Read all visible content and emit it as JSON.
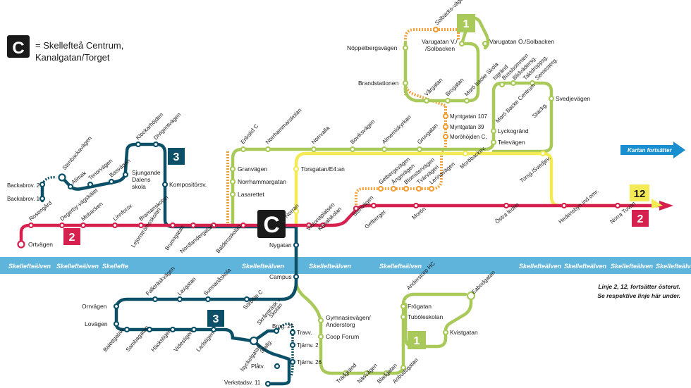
{
  "legend": {
    "symbol": "C",
    "text_line1": "= Skellefteå Centrum,",
    "text_line2": "Kanalgatan/Torget"
  },
  "river_label": "Skellefteälven",
  "river_short": "Skellefte",
  "note_line1": "Linje 2, 12, fortsätter österut.",
  "note_line2": "Se respektive linje här under.",
  "kartan_label": "Kartan fortsätter",
  "center_badge": "C",
  "colors": {
    "line1": "#a9c95a",
    "line2": "#d6204e",
    "line3": "#0c5068",
    "line12": "#f4ea55",
    "orange": "#f2a03a",
    "river": "#5fb4dc"
  },
  "badges": {
    "line1": "1",
    "line2": "2",
    "line3": "3",
    "line12": "12"
  },
  "stations": {
    "ortvagen": "Ortvägen",
    "rosengard": "Rosengård",
    "degerbyvagskalet": "Degerby-vägskälet",
    "mobacken": "Mobacken",
    "linnforsv": "Linnforsv.",
    "bramanskolan": "Bramanskolan",
    "lejonstromsskolan": "Lejonströmsskolan",
    "brunngatan": "Brunngatan",
    "nordlandergatan": "Nordlandergatan",
    "baldersskolan": "Baldersskolan",
    "norran": "Norran",
    "victoriaplatsen": "Victoriaplatsen",
    "kanalskolan": "Kanalskolan",
    "stenvagen": "Stenvägen",
    "getberget": "Getberget",
    "moron": "Morön",
    "ostraleden": "Östra leden",
    "hedensbyn": "Hedensbyn ind.omr.",
    "norratuvan": "Norra Tuvan",
    "backabrov2": "Backabrov. 2",
    "backabrov1": "Backabrov. 1",
    "stenbackavagen": "Stenbackavägen",
    "alimak": "Alimak",
    "tenorvagen": "Tenorvägen",
    "basvagen": "Basvägen",
    "klockarhojden": "Klockarhöjden",
    "divigentvagen": "Divigentvägen",
    "sjungande": "Sjungande",
    "dalens": "Dalens",
    "skola": "skola",
    "kompositorsv": "Kompositörsv.",
    "erikslid": "Erikslid C",
    "norrhammarskolan": "Norrhammarskolan",
    "granvagen": "Granvägen",
    "norrhammargatan": "Norrhammargatan",
    "lasarettet": "Lasarettet",
    "norrvalla": "Norrvalla",
    "boviksvagen": "Boviksvägen",
    "almeniskyrkan": "Almemiskyrkan",
    "gruvgatan": "Gruvgatan",
    "torsgatan": "Torsgatan/E4:an",
    "moroback": "Moröbackev.",
    "torsgsvedjev": "Torsg./Svedjev.",
    "geitbergsvagen": "Getbergsvägen",
    "angsvagen": "Ängsvägen",
    "blomstervagen": "Blomstervägen",
    "tvarvagen": "Tvärvägen",
    "lerinavagen": "Lerinavägen",
    "noppelbergsvagen": "Nöppelbergsvägen",
    "brandstationen": "Brandstationen",
    "solbacksvagen": "Solbacks-vägen",
    "varugatanv": "Varugatan V./",
    "solbackenv": "/Solbacken",
    "varugatano": "Varugatan Ö./Solbacken",
    "vargatan": "Vårgatan",
    "brogatan": "Brogatan",
    "morobackeskola": "Morö backe Skola",
    "isgrand": "Isgränd",
    "bussbommen": "Bussbommen",
    "blidvaderstig": "Blidvädersg.",
    "taktdroppstig": "Taktdroppsg.",
    "semesterg": "Semesterg.",
    "svedjevagen": "Svedjevägen",
    "morobackecentrum": "Morö Backe Centrum",
    "stackg": "Stackg.",
    "lyckogrand": "Lyckogränd",
    "televagen": "Televägen",
    "myntgatan107": "Myntgatan 107",
    "myntgatan39": "Myntgatan 39",
    "morohojdenc": "Moröhöjden C.",
    "nygatan": "Nygatan",
    "campus": "Campus",
    "gymnasievagen": "Gymnasievägen/",
    "anderstorg": "Anderstorg",
    "coopforum": "Coop Forum",
    "tradgrand": "Trädgränd",
    "nasvagen": "Näsvägen",
    "bladgatan": "Bladgatan",
    "anbudsgatan": "Anbudsgatan",
    "frogatan": "Frögatan",
    "tuboleskolan": "Tuböleskolan",
    "kvistgatan": "Kvistgatan",
    "anderstorphc": "Anderstorp HC",
    "eabodgatan": "Eabodgatan",
    "orrvagen": "Orrvägen",
    "lovagen": "Lovägen",
    "balettgatan": "Balettgatan",
    "sambagatan": "Sambagatan",
    "hackstigen": "Häckstigen",
    "videstigen": "Videstigen",
    "ladstigen": "Ladstigen",
    "falktraskvagen": "Falkträskvägen",
    "laxgatan": "Laxgatan",
    "sunnanaskola": "Sunnanåskola",
    "sorbolec": "Sörböle C",
    "skrantrasksv": "Skråmträsk v",
    "sunnanaproduktskolan": "Skolan",
    "nyckelgatan": "Nyckelgatan",
    "stallg": "Stallg.",
    "brog27": "Brog. 27",
    "travv": "Travv.",
    "tjarnv2": "Tjärnv. 2",
    "tjarnv26": "Tjärnv. 26",
    "platv": "Plåtv.",
    "verkstadsv11": "Verkstadsv. 11"
  }
}
